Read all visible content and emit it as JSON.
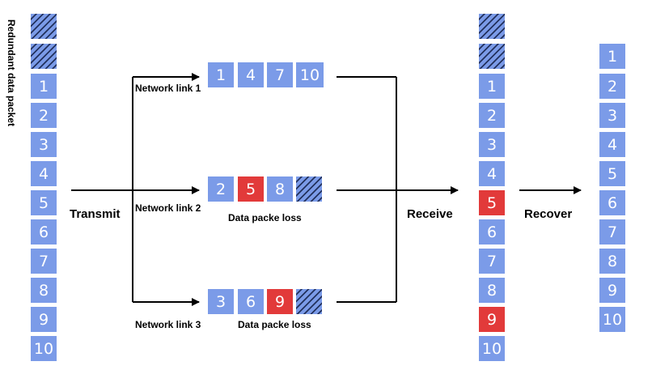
{
  "side_label": "Redundant data packet",
  "labels": {
    "transmit": "Transmit",
    "receive": "Receive",
    "recover": "Recover",
    "link1": "Network link 1",
    "link2": "Network link 2",
    "link3": "Network link 3",
    "loss2": "Data packe loss",
    "loss3": "Data packe loss"
  },
  "source_column": [
    "",
    "",
    "1",
    "2",
    "3",
    "4",
    "5",
    "6",
    "7",
    "8",
    "9",
    "10"
  ],
  "link1_packets": [
    "1",
    "4",
    "7",
    "10"
  ],
  "link2_packets": [
    "2",
    "5",
    "8",
    ""
  ],
  "link3_packets": [
    "3",
    "6",
    "9",
    ""
  ],
  "received_column": [
    "",
    "",
    "1",
    "2",
    "3",
    "4",
    "5",
    "6",
    "7",
    "8",
    "9",
    "10"
  ],
  "recovered_column": [
    "1",
    "2",
    "3",
    "4",
    "5",
    "6",
    "7",
    "8",
    "9",
    "10"
  ],
  "colors": {
    "packet": "#7b9be8",
    "lost": "#e23a3a",
    "redundant_hatch": "#23325e"
  }
}
